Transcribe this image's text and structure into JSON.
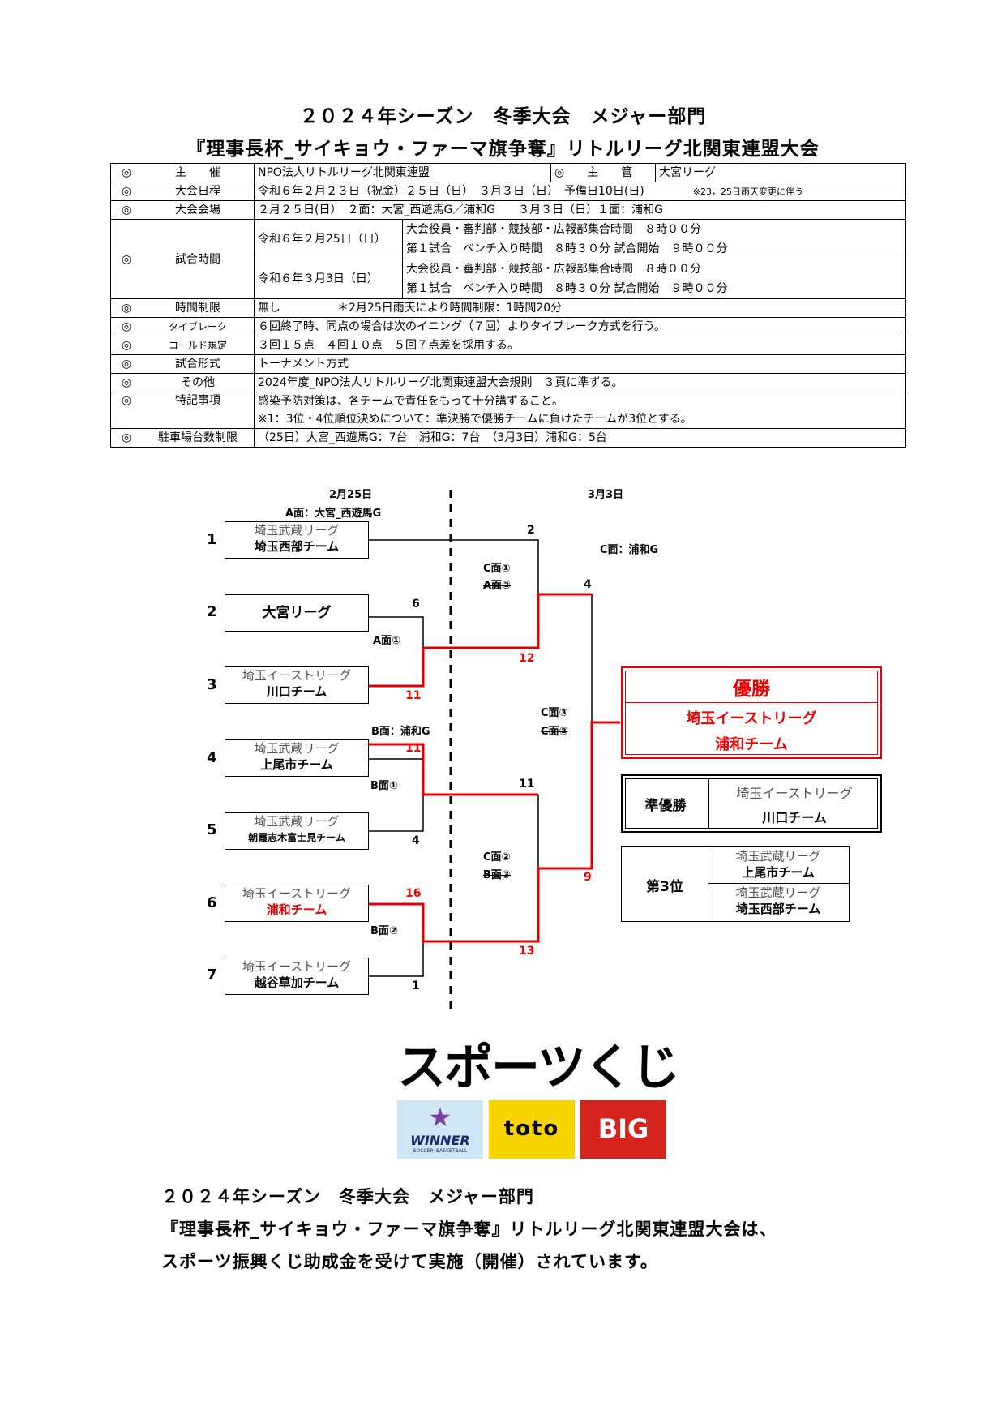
{
  "title1": "２０２４年シーズン　冬季大会　メジャー部門",
  "title2": "『理事長杯_サイキョウ・ファーマ旗争奪』リトルリーグ北関東連盟大会",
  "info": {
    "mark": "◎",
    "host_label": "主　　催",
    "host_value": "NPO法人リトルリーグ北関東連盟",
    "manage_label": "主　　管",
    "manage_value": "大宮リーグ",
    "schedule_label": "大会日程",
    "schedule_a": "令和６年２月",
    "schedule_strike": "２３日（祝金）",
    "schedule_b": "２５日（日）　３月３日（日）　予備日10日(日)",
    "schedule_note": "※23，25日雨天変更に伴う",
    "venue_label": "大会会場",
    "venue_value": " ２月２５日(日）　２面：大宮_西遊馬G／浦和G　　３月３日（日）１面：浦和G",
    "time_label": "試合時間",
    "time_d1": "令和６年２月25日（日）",
    "time_d1_l1": "大会役員・審判部・競技部・広報部集合時間　８時００分",
    "time_d1_l2": "第１試合　ベンチ入り時間　８時３０分 試合開始　９時００分",
    "time_d2": "令和６年３月3日（日）",
    "time_d2_l1": "大会役員・審判部・競技部・広報部集合時間　８時００分",
    "time_d2_l2": "第１試合　ベンチ入り時間　８時３０分 試合開始　９時００分",
    "limit_label": "時間制限",
    "limit_value": "無し　　　　　＊2月25日雨天により時間制限：1時間20分",
    "tiebreak_label": "タイブレーク",
    "tiebreak_value": "６回終了時、同点の場合は次のイニング（７回）よりタイブレーク方式を行う。",
    "called_label": "コールド規定",
    "called_value": "３回１５点　４回１０点　５回７点差を採用する。",
    "format_label": "試合形式",
    "format_value": "トーナメント方式",
    "other_label": "その他",
    "other_value": "2024年度_NPO法人リトルリーグ北関東連盟大会規則　３頁に準ずる。",
    "special_label": "特記事項",
    "special_l1": "感染予防対策は、各チームで責任をもって十分講ずること。",
    "special_l2": "※1：3位・4位順位決めについて：準決勝で優勝チームに負けたチームが3位とする。",
    "parking_label": "駐車場台数制限",
    "parking_value": "（25日）大宮_西遊馬G：7台　浦和G：7台　（3月3日）浦和G：5台"
  },
  "bracket": {
    "date1": "2月25日",
    "date2": "3月3日",
    "fieldA": "A面：大宮_西遊馬G",
    "fieldB": "B面：浦和G",
    "fieldC": "C面：浦和G",
    "teams": [
      {
        "seed": "1",
        "l1": "埼玉武蔵リーグ",
        "l2": "埼玉西部チーム"
      },
      {
        "seed": "2",
        "l1": "",
        "l2": "大宮リーグ"
      },
      {
        "seed": "3",
        "l1": "埼玉イーストリーグ",
        "l2": "川口チーム"
      },
      {
        "seed": "4",
        "l1": "埼玉武蔵リーグ",
        "l2": "上尾市チーム"
      },
      {
        "seed": "5",
        "l1": "埼玉武蔵リーグ",
        "l2": "朝霞志木富士見チーム"
      },
      {
        "seed": "6",
        "l1": "埼玉イーストリーグ",
        "l2": "浦和チーム"
      },
      {
        "seed": "7",
        "l1": "埼玉イーストリーグ",
        "l2": "越谷草加チーム"
      }
    ],
    "scores": {
      "s2_r1": "6",
      "s3_r1": "11",
      "s4_r1": "11",
      "s5_r1": "4",
      "s6_r1": "16",
      "s7_r1": "1",
      "s1_r2": "2",
      "wA_r2": "12",
      "wB1_r2": "11",
      "wB2_r2": "13",
      "f_top": "4",
      "f_bot": "9"
    },
    "games": {
      "a1": "A面①",
      "b1": "B面①",
      "b2": "B面②",
      "c1": "C面①",
      "a2_strike": "A面②",
      "c2": "C面②",
      "b3_strike": "B面③",
      "c3": "C面③",
      "c2_strike": "C面②"
    },
    "champion": {
      "title": "優勝",
      "league": "埼玉イーストリーグ",
      "team": "浦和チーム"
    },
    "runner_up": {
      "label": "準優勝",
      "league": "埼玉イーストリーグ",
      "team": "川口チーム"
    },
    "third": {
      "label": "第3位",
      "t1_league": "埼玉武蔵リーグ",
      "t1_team": "上尾市チーム",
      "t2_league": "埼玉武蔵リーグ",
      "t2_team": "埼玉西部チーム"
    }
  },
  "logo": {
    "text": "スポーツくじ",
    "winner": "WINNER",
    "winner_sub": "SOCCER•BASKETBALL",
    "toto": "toto",
    "big": "BIG"
  },
  "footer": {
    "l1": "２０２４年シーズン　冬季大会　メジャー部門",
    "l2": "『理事長杯_サイキョウ・ファーマ旗争奪』リトルリーグ北関東連盟大会は、",
    "l3": "スポーツ振興くじ助成金を受けて実施（開催）されています。"
  },
  "colors": {
    "accent": "#e00000",
    "winner_bg": "#cfe6f5",
    "toto_bg": "#f7d400",
    "big_bg": "#d6231e"
  }
}
